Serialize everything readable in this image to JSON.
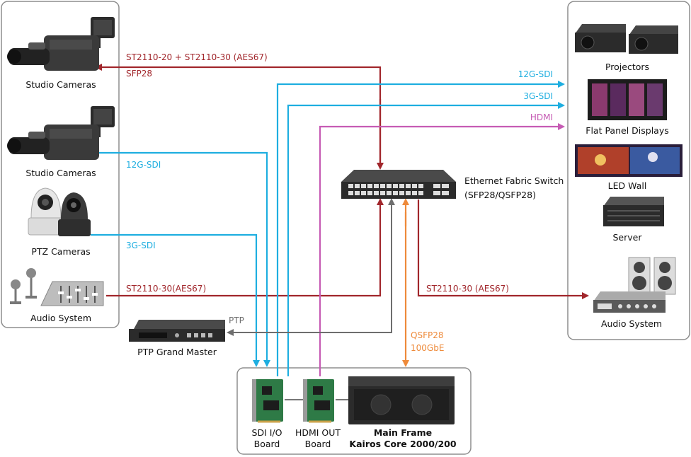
{
  "colors": {
    "ip": "#a1262b",
    "sdi": "#1eaee0",
    "hdmi": "#c65bb4",
    "qsfp": "#ee8a3a",
    "ptp": "#6e6e6e",
    "device_dark": "#2b2b2b",
    "board_green": "#2e7a46",
    "panel_border": "#8d8d8d"
  },
  "sources": {
    "studio_cameras_1": "Studio Cameras",
    "studio_cameras_2": "Studio Cameras",
    "ptz_cameras": "PTZ Cameras",
    "audio_system": "Audio System"
  },
  "outputs": {
    "projectors": "Projectors",
    "flat_panel": "Flat Panel Displays",
    "led_wall": "LED Wall",
    "server": "Server",
    "audio_system": "Audio System"
  },
  "switch": {
    "line1": "Ethernet Fabric Switch",
    "line2": "(SFP28/QSFP28)"
  },
  "ptp_master": "PTP Grand Master",
  "mainframe_box": {
    "sdi_board_l1": "SDI I/O",
    "sdi_board_l2": "Board",
    "hdmi_board_l1": "HDMI OUT",
    "hdmi_board_l2": "Board",
    "main_l1": "Main Frame",
    "main_l2": "Kairos Core 2000/200"
  },
  "signals": {
    "st2110_20_30": "ST2110-20 + ST2110-30 (AES67)",
    "sfp28": "SFP28",
    "sdi_12g_in": "12G-SDI",
    "sdi_3g_in": "3G-SDI",
    "st2110_30_in": "ST2110-30(AES67)",
    "ptp": "PTP",
    "sdi_12g_out": "12G-SDI",
    "sdi_3g_out": "3G-SDI",
    "hdmi_out": "HDMI",
    "st2110_30_out": "ST2110-30 (AES67)",
    "qsfp28": "QSFP28",
    "gbe": "100GbE"
  }
}
